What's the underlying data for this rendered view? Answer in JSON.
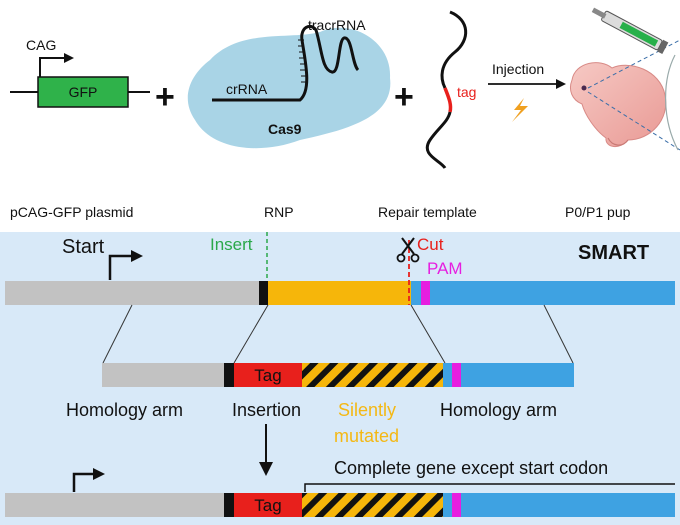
{
  "top": {
    "cag_label": "CAG",
    "gfp_label": "GFP",
    "plus": "+",
    "crrna_label": "crRNA",
    "tracrrna_label": "tracrRNA",
    "cas9_label": "Cas9",
    "tag_label": "tag",
    "injection_label": "Injection"
  },
  "captions": [
    "pCAG-GFP plasmid",
    "RNP",
    "Repair template",
    "P0/P1 pup"
  ],
  "panel": {
    "start_label": "Start",
    "insert_label": "Insert",
    "cut_label": "Cut",
    "pam_label": "PAM",
    "smart_label": "SMART",
    "tag_label": "Tag",
    "homology_left": "Homology arm",
    "insertion_label": "Insertion",
    "silently_label": "Silently",
    "mutated_label": "mutated",
    "homology_right": "Homology arm",
    "complete_label": "Complete gene except start codon"
  },
  "colors": {
    "gfp_green": "#2fb24a",
    "cas9_blue": "#a9d4e6",
    "tag_red": "#e8201c",
    "orange": "#f6b60a",
    "exon_blue": "#3ea2e2",
    "pam_magenta": "#e61ee0",
    "gray": "#c2c2c2",
    "panel_bg": "#d8e9f8",
    "insert_green": "#2aa84a",
    "silent_yellow": "#f4b814"
  }
}
